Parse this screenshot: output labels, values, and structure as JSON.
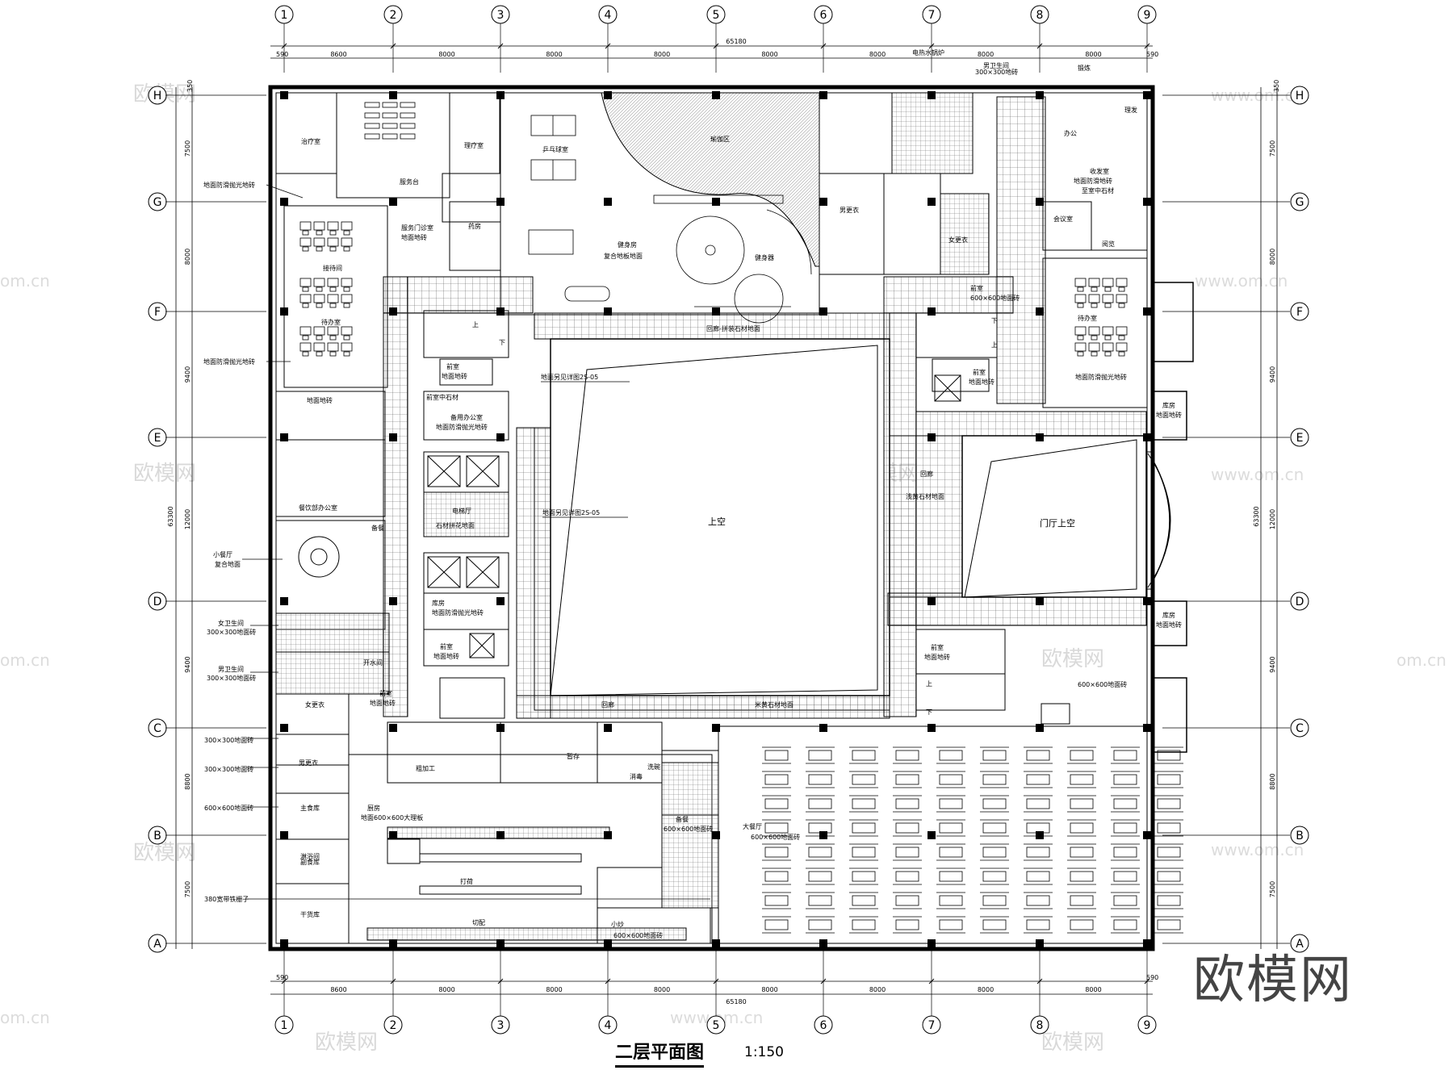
{
  "drawing_title": "二层平面图",
  "scale": "1:150",
  "logo_text": "欧模网",
  "watermarks": {
    "cn": "欧模网",
    "url": "www.om.cn",
    "short": "om.cn"
  },
  "axes": {
    "columns": [
      "1",
      "2",
      "3",
      "4",
      "5",
      "6",
      "7",
      "8",
      "9"
    ],
    "rows": [
      "H",
      "G",
      "F",
      "E",
      "D",
      "C",
      "B",
      "A"
    ]
  },
  "dimensions": {
    "top_total": "65180",
    "bottom_total": "65180",
    "column_spans": [
      "8600",
      "8000",
      "8000",
      "8000",
      "8000",
      "8000",
      "8000",
      "8000"
    ],
    "edge_offset": "590",
    "row_spans": [
      "7500",
      "8000",
      "9400",
      "12000",
      "9400",
      "8800",
      "7500"
    ],
    "left_total": "63300",
    "right_total": "63300",
    "edge_offset_v": "350"
  },
  "rooms": {
    "zhiliao": "治疗室",
    "fuwutai": "服务台",
    "lilaoshi": "理疗室",
    "pingpang": "乒乓球室",
    "jianshen_label": "健身器",
    "jianshen_room": "健身房",
    "jianshen_floor": "复合地板地面",
    "yujia": "瑜伽区",
    "fuwumen": "服务门诊室",
    "fuwumen_floor": "地面地砖",
    "yaofang": "药房",
    "jiedai": "接待间",
    "daiban": "待办室",
    "dimian_didaz": "地面地砖",
    "canyin_office": "餐饮部办公室",
    "xiaocan": "小餐厅",
    "xiaocan_floor": "复合地面",
    "beican": "备餐",
    "dianti": "电梯厅",
    "dianti_floor": "石材拼花地面",
    "beiyong": "备用办公室",
    "beiyong_floor": "地面防滑抛光地砖",
    "qianshi1": "前室",
    "qianshi1_floor": "地面地砖",
    "qianshi_stone": "前室中石材",
    "kufang": "库房",
    "kufang_floor": "地面防滑抛光地砖",
    "kaishui": "开水间",
    "nvgeng": "女更衣",
    "nangeng": "男更衣",
    "nangeng2": "男更衣",
    "nvgeng2": "女更衣",
    "nvwei": "女卫生间",
    "nvwei_floor": "300×300地面砖",
    "nanwei": "男卫生间",
    "nanwei_floor": "300×300地面砖",
    "chufang": "厨房",
    "chufang_floor": "地面600×600大理板",
    "cujiagong": "粗加工",
    "zhucai": "主食库",
    "fushi": "副食库",
    "ganhuo": "干货库",
    "dahe": "打荷",
    "qiepei": "切配",
    "xiaochao": "小炒",
    "xiaochao_floor": "600×600地面砖",
    "beican2": "备餐",
    "beican2_floor": "600×600地面砖",
    "xiwan": "洗碗",
    "zanting": "暂存",
    "ganyi": "消毒",
    "dacan": "大餐厅",
    "dacan_floor": "600×600地面砖",
    "dacan_floor2": "600×600地面砖",
    "shangkong": "上空",
    "menting_shangkong": "门厅上空",
    "huilang": "回廊",
    "huilang_stone": "回廊-拼装石材地面",
    "huilang2": "回廊",
    "huilang2_stone": "米黄石材地面",
    "huilang3": "回廊",
    "huilang3_stone": "浅黄石材地面",
    "detail1": "地面另见详图2S-05",
    "detail2": "地面另见详图2S-05",
    "shuiguan": "电热水锅炉",
    "nanweisheng": "男卫生间",
    "nanweisheng_floor": "300×300地砖",
    "duanyin": "锻炼",
    "yuejiao": "收发室",
    "yuejiao_floor": "地面防滑地砖",
    "yuejiao_floor2": "至室中石材",
    "daiban2": "待办室",
    "daiban2_floor": "地面防滑抛光地砖",
    "qianshi2": "前室",
    "qianshi2_floor": "600×600地面砖",
    "qianshi3": "前室",
    "qianshi3_floor": "地面地砖",
    "qianshi4": "前室",
    "qianshi4_floor": "地面地砖",
    "kufang2": "库房",
    "kufang2_floor": "地面地砖",
    "kufang3": "库房",
    "kufang3_floor": "地面地砖",
    "shiwu": "会议室",
    "yuelan": "阅览",
    "yuelan2": "理发",
    "kanwu": "办公",
    "xiyu": "淋浴间",
    "xiyu_floor": "300×300地面砖"
  },
  "leaders": {
    "l1": "地面防滑抛光地砖",
    "l2": "地面防滑抛光地砖",
    "l3": "小餐厅",
    "l3b": "复合地面",
    "l4": "女卫生间",
    "l4b": "300×300地面砖",
    "l5": "男卫生间",
    "l5b": "300×300地面砖",
    "l6": "300×300地面砖",
    "l7": "300×300地面砖",
    "l8": "600×600地面砖",
    "l9": "380宽带铁栅子"
  }
}
